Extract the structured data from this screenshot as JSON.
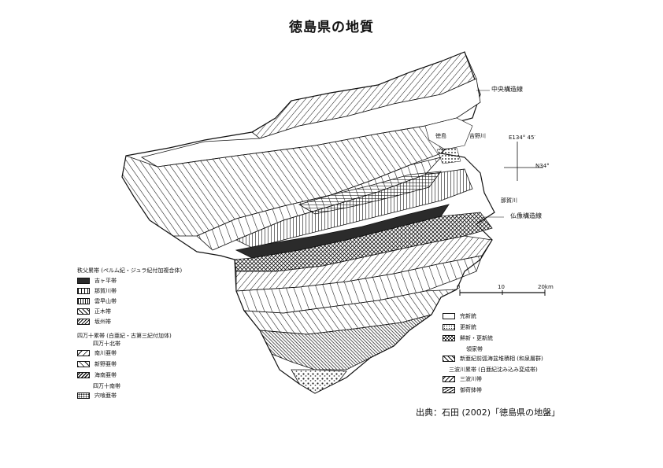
{
  "title": "徳島県の地質",
  "map_labels": {
    "median_line": "中央構造線",
    "yoshino_river": "吉野川",
    "tokushima": "徳島",
    "longitude": "E134° 45′",
    "latitude": "N34°",
    "nakagawa": "那賀川",
    "butsuzo_line": "仏像構造線"
  },
  "scale": {
    "ticks": [
      "0",
      "10",
      "20km"
    ]
  },
  "legend_left": {
    "chichibu_header": "秩父累帯 (ペルム紀・ジュラ紀付加複合体)",
    "chichibu_items": [
      "吉ヶ平帯",
      "那賀川帯",
      "雲早山帯",
      "正木帯",
      "坂州帯"
    ],
    "shimanto_header": "四万十累帯 (白亜紀・古第三紀付加体)",
    "shimanto_north": "四万十北帯",
    "shimanto_north_items": [
      "南川亜帯",
      "新野亜帯",
      "海南亜帯"
    ],
    "shimanto_south": "四万十南帯",
    "shimanto_south_items": [
      "宍喰亜帯"
    ]
  },
  "legend_right": {
    "items_top": [
      "完新統",
      "更新統",
      "鮮新・更新統"
    ],
    "ryoke_header": "領家帯",
    "ryoke_items": [
      "新亜紀前弧海盆堆積相 (和泉層群)"
    ],
    "sanbagawa_header": "三波川累帯 (白亜紀沈み込み変成帯)",
    "sanbagawa_items": [
      "三波川帯",
      "御荷鉢帯"
    ]
  },
  "source": "出典：石田 (2002)「徳島県の地盤」"
}
